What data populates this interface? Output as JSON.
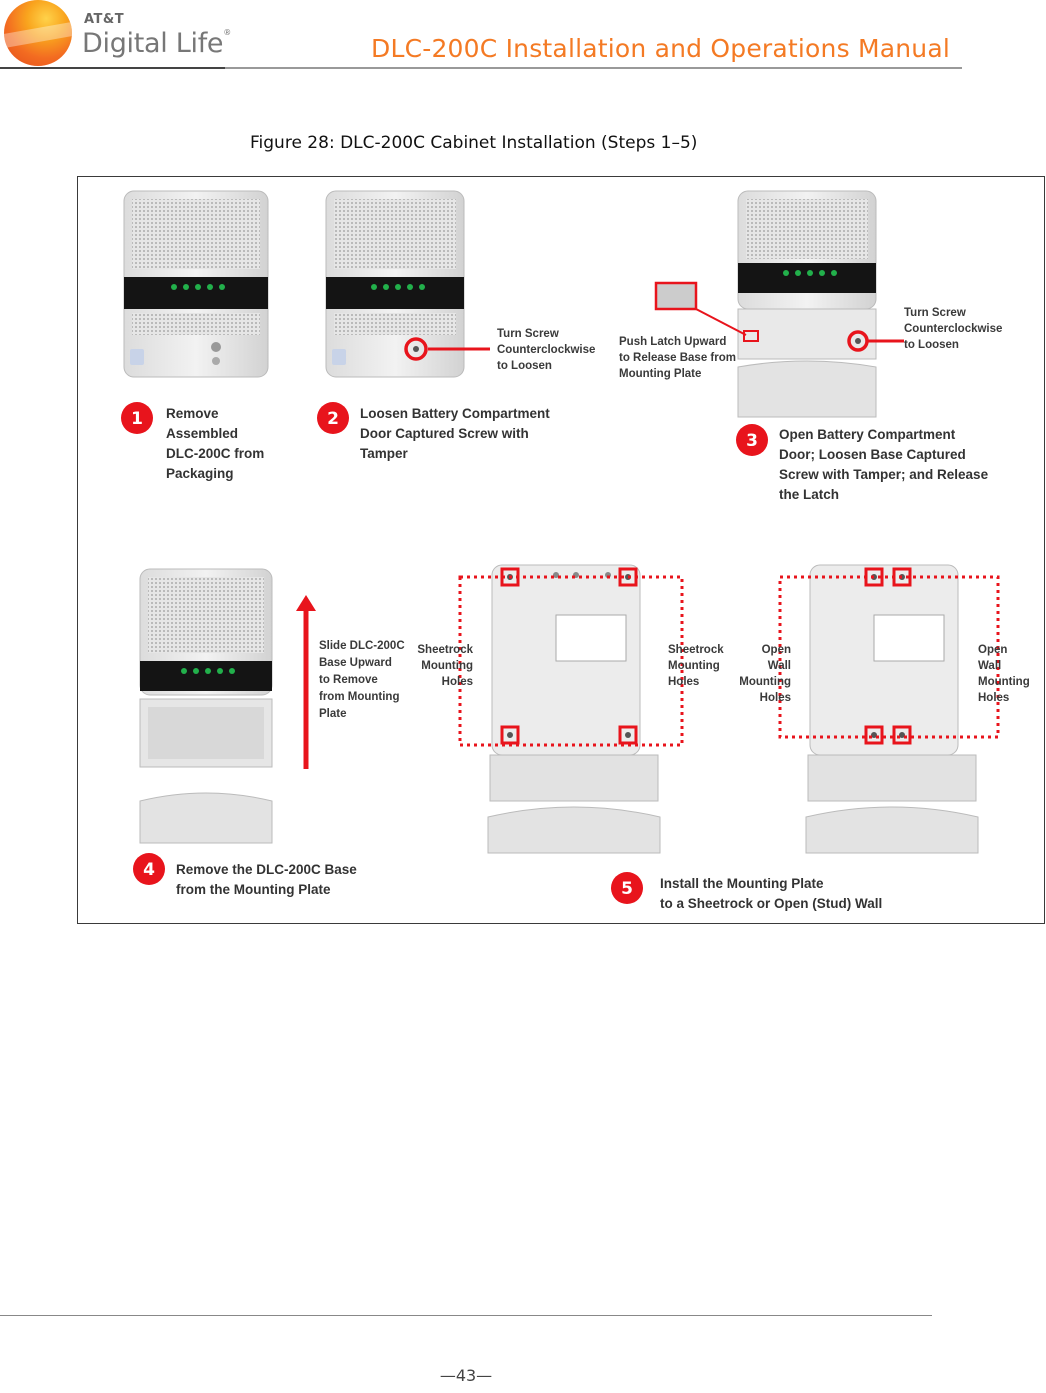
{
  "header": {
    "brand_top": "AT&T",
    "brand_main": "Digital Life",
    "brand_mark": "®",
    "doc_title": "DLC-200C Installation and Operations Manual"
  },
  "figure": {
    "caption": "Figure 28: DLC-200C Cabinet Installation (Steps 1–5)",
    "steps": [
      {
        "num": "1",
        "lines": [
          "Remove",
          "Assembled",
          "DLC-200C from",
          "Packaging"
        ]
      },
      {
        "num": "2",
        "lines": [
          "Loosen Battery Compartment",
          "Door Captured Screw with",
          "Tamper"
        ]
      },
      {
        "num": "3",
        "lines": [
          "Open Battery Compartment",
          "Door; Loosen Base  Captured",
          "Screw with Tamper;  and  Release",
          "the Latch"
        ]
      },
      {
        "num": "4",
        "lines": [
          "Remove the DLC-200C Base",
          "from the Mounting Plate"
        ]
      },
      {
        "num": "5",
        "lines": [
          "Install the  Mounting Plate",
          "to a  Sheetrock or Open (Stud)  Wall"
        ]
      }
    ],
    "notes": {
      "turn_screw_a": [
        "Turn Screw",
        "Counterclockwise",
        "to Loosen"
      ],
      "push_latch": [
        "Push Latch Upward",
        "to Release Base from",
        "Mounting Plate"
      ],
      "turn_screw_b": [
        "Turn Screw",
        "Counterclockwise",
        "to Loosen"
      ],
      "slide_base": [
        "Slide  DLC-200C",
        "Base Upward",
        "to Remove",
        "from Mounting",
        "Plate"
      ],
      "sheetrock_left": [
        "Sheetrock",
        "Mounting",
        "Holes"
      ],
      "sheetrock_right": [
        "Sheetrock",
        "Mounting",
        "Holes"
      ],
      "open_wall_left": [
        "Open",
        "Wall",
        "Mounting",
        "Holes"
      ],
      "open_wall_right": [
        "Open",
        "Wall",
        "Mounting",
        "Holes"
      ]
    }
  },
  "footer": {
    "page_number": "—43—"
  },
  "colors": {
    "accent_orange": "#f47a24",
    "callout_red": "#e8141c",
    "led_green": "#22b04b"
  }
}
